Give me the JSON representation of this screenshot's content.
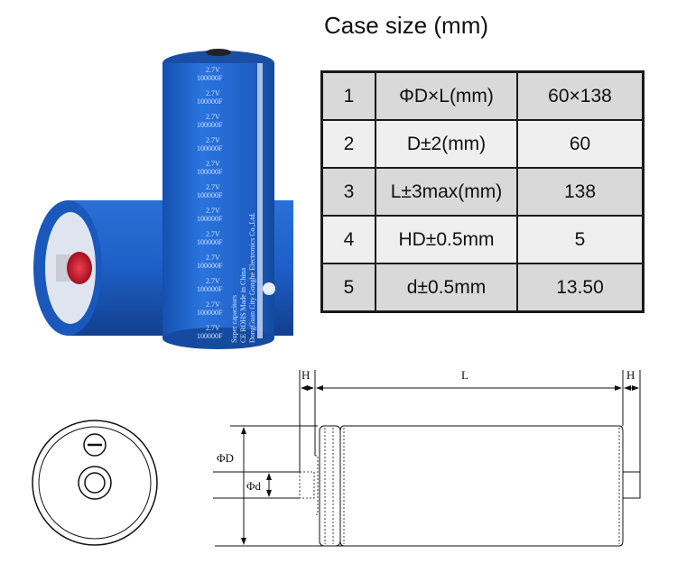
{
  "title": "Case size (mm)",
  "table": {
    "rows": [
      {
        "index": "1",
        "parameter": "ΦD×L(mm)",
        "value": "60×138"
      },
      {
        "index": "2",
        "parameter": "D±2(mm)",
        "value": "60"
      },
      {
        "index": "3",
        "parameter": "L±3max(mm)",
        "value": "138"
      },
      {
        "index": "4",
        "parameter": "HD±0.5mm",
        "value": "5"
      },
      {
        "index": "5",
        "parameter": "d±0.5mm",
        "value": "13.50"
      }
    ]
  },
  "product": {
    "voltage": "2.7V",
    "capacitance": "100000F",
    "type": "Super capacitors",
    "certs": "CE ROHS  Made in China",
    "maker": "DongGuan City Gonghe Electronics Co.,Ltd.",
    "colors": {
      "body": "#1f63c9",
      "terminal": "#d01f2e"
    }
  },
  "diagram": {
    "label_h_left": "H",
    "label_l": "L",
    "label_h_right": "H",
    "label_phi_d_outer": "ΦD",
    "label_phi_d_inner": "Φd"
  }
}
